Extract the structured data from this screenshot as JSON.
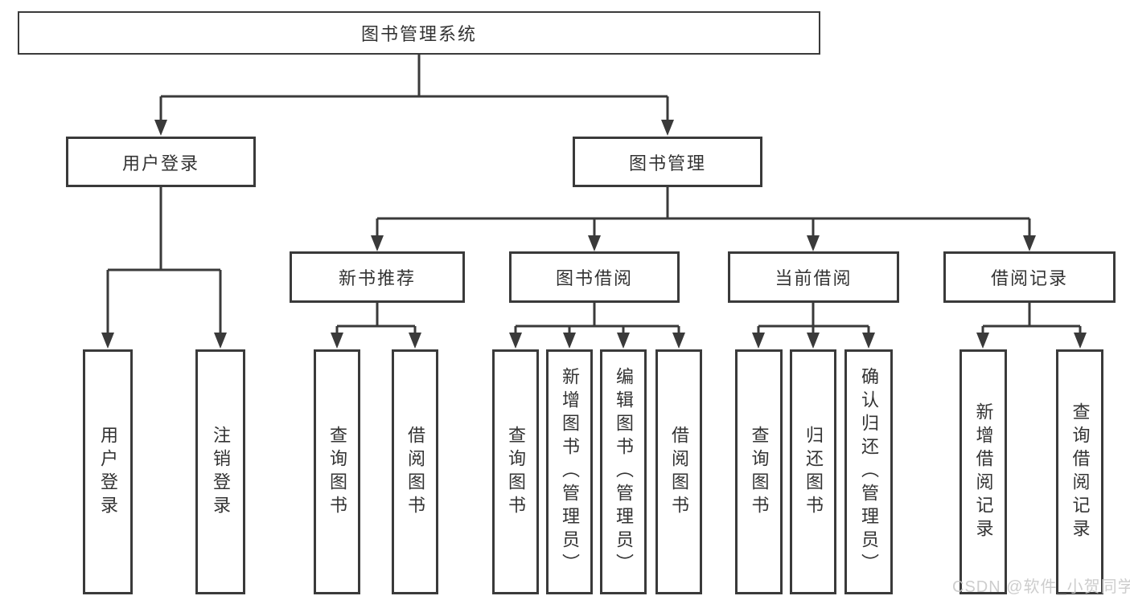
{
  "diagram": {
    "root": {
      "label": "图书管理系统"
    },
    "branches": [
      {
        "label": "用户登录",
        "children": [
          {
            "label": "用户登录"
          },
          {
            "label": "注销登录"
          }
        ]
      },
      {
        "label": "图书管理",
        "children": [
          {
            "label": "新书推荐",
            "children": [
              {
                "label": "查询图书"
              },
              {
                "label": "借阅图书"
              }
            ]
          },
          {
            "label": "图书借阅",
            "children": [
              {
                "label": "查询图书"
              },
              {
                "label": "新增图书（管理员）"
              },
              {
                "label": "编辑图书（管理员）"
              },
              {
                "label": "借阅图书"
              }
            ]
          },
          {
            "label": "当前借阅",
            "children": [
              {
                "label": "查询图书"
              },
              {
                "label": "归还图书"
              },
              {
                "label": "确认归还（管理员）"
              }
            ]
          },
          {
            "label": "借阅记录",
            "children": [
              {
                "label": "新增借阅记录"
              },
              {
                "label": "查询借阅记录"
              }
            ]
          }
        ]
      }
    ]
  },
  "watermark": "CSDN @软件_小贺同学",
  "colors": {
    "line": "#3a3a3a",
    "text": "#333333",
    "watermark": "#c8c8c8"
  }
}
